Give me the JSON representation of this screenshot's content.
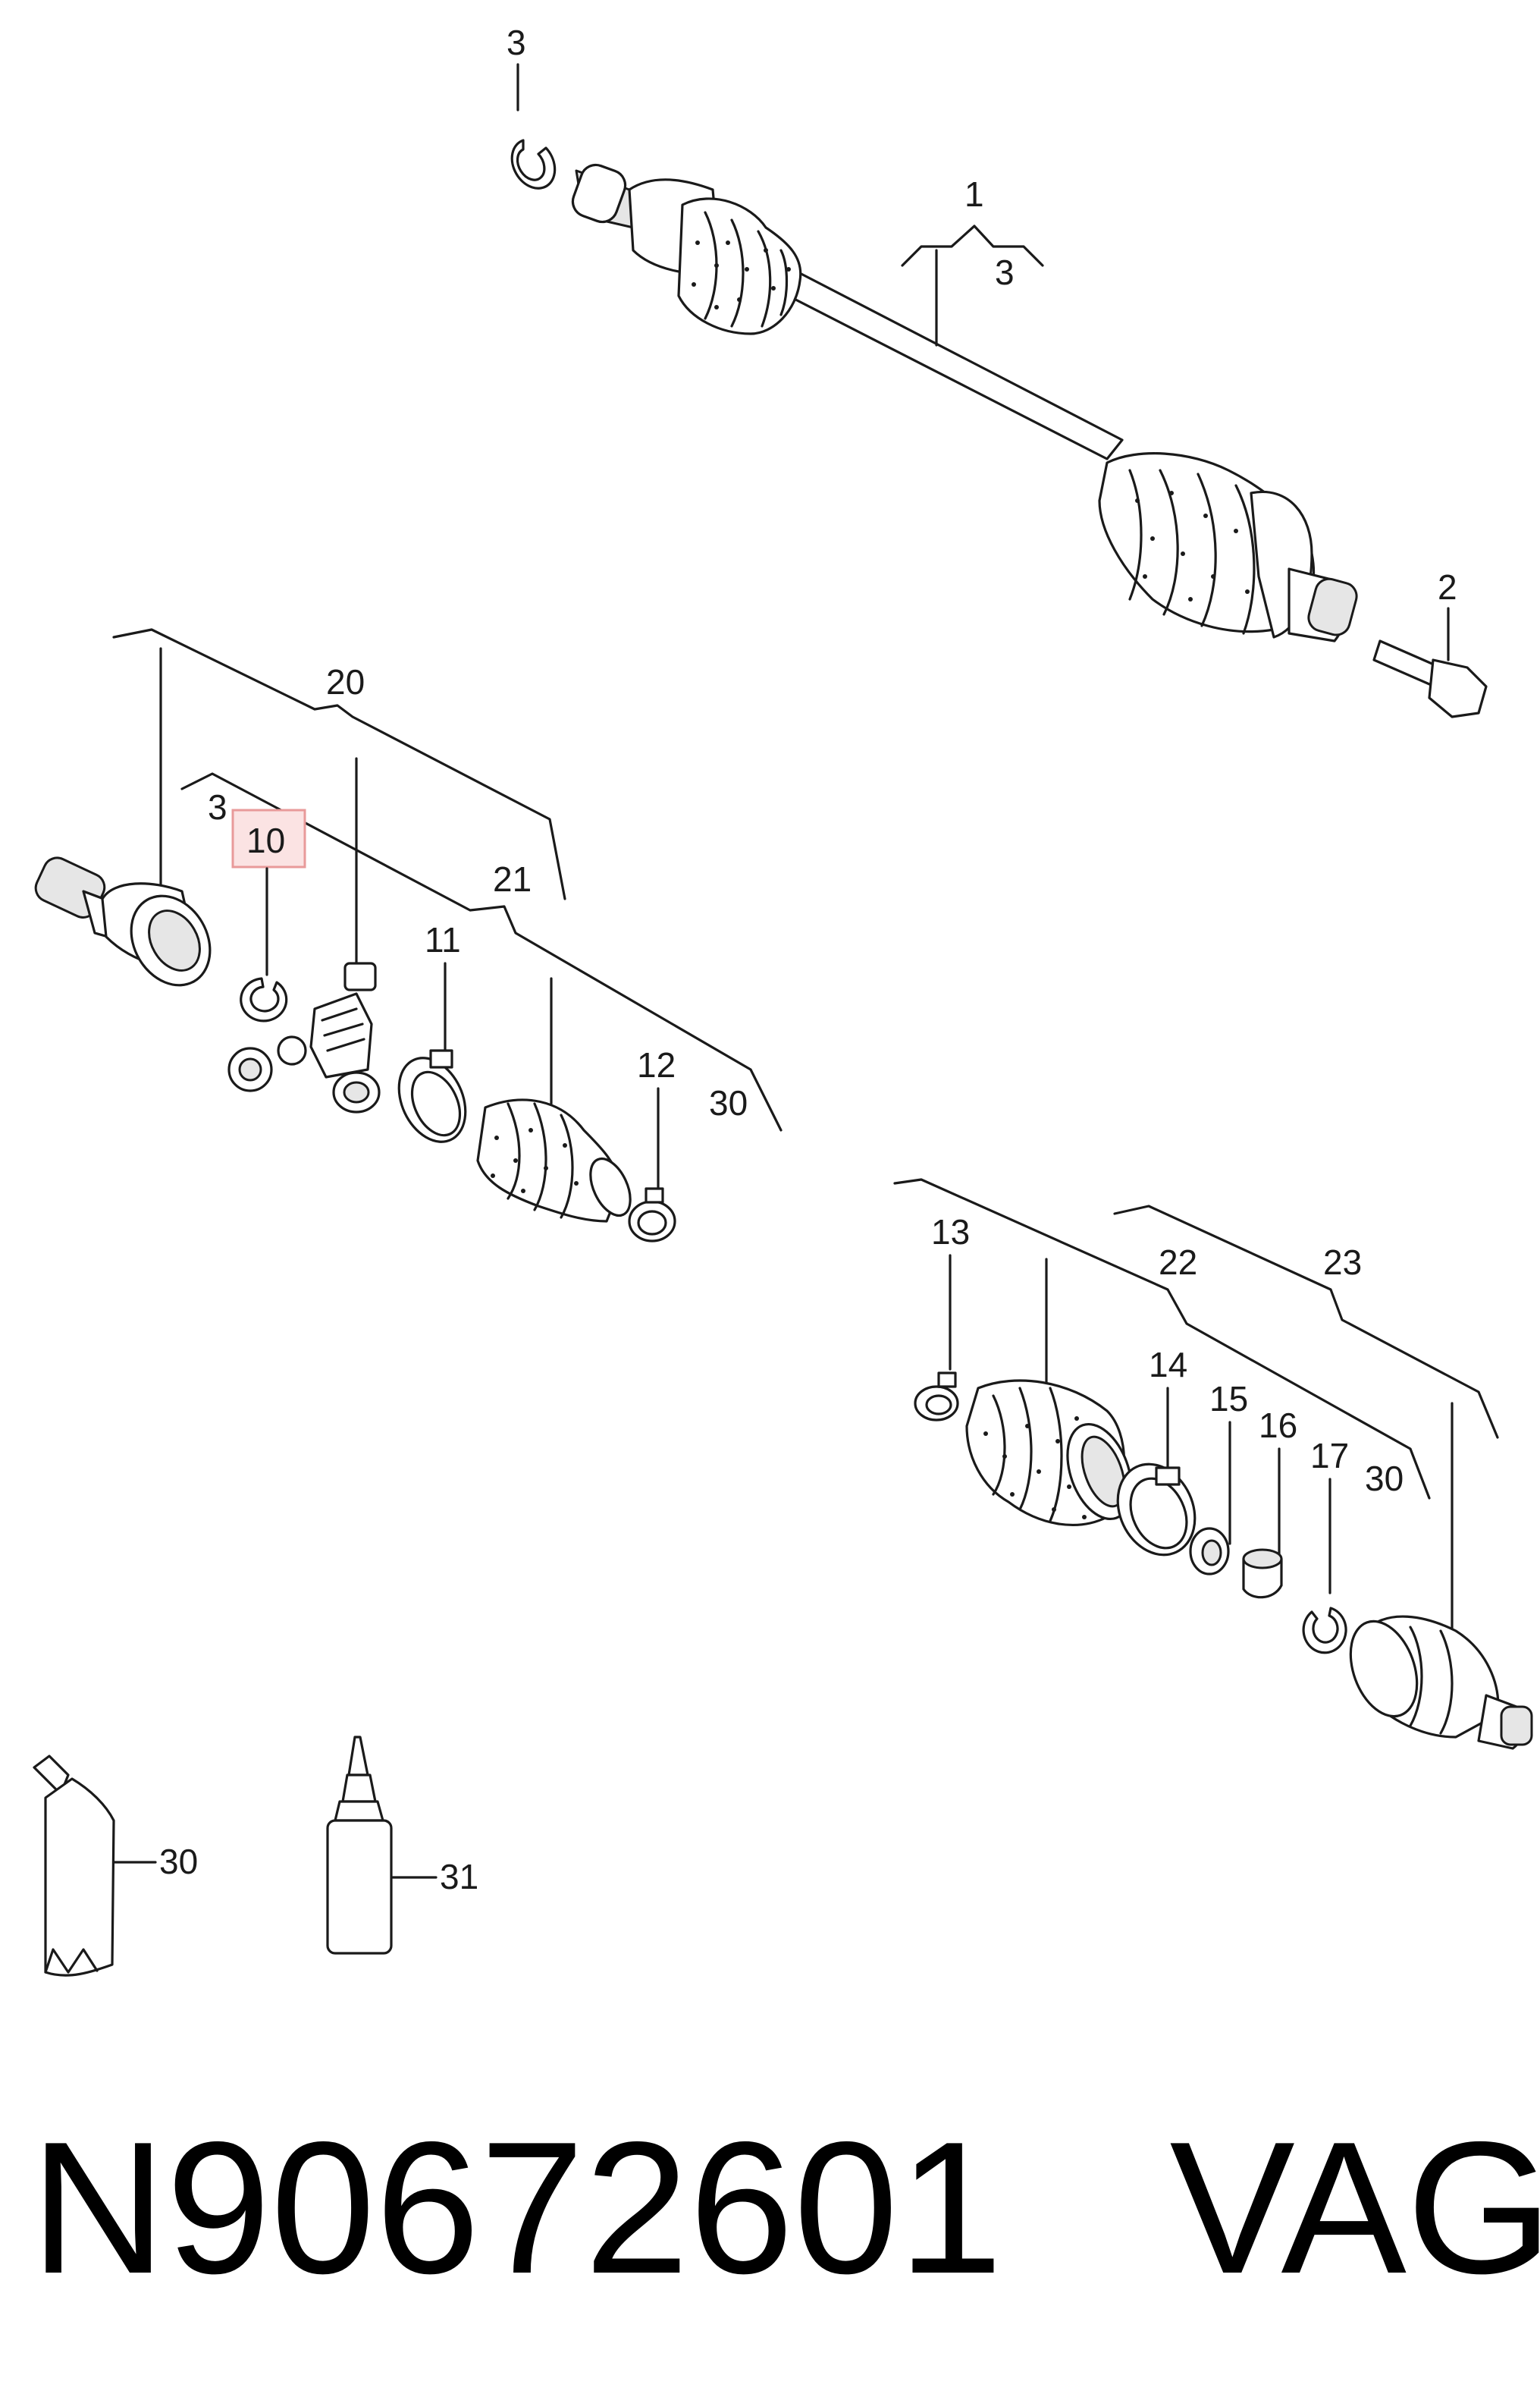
{
  "highlight_color": "#e89a9a",
  "callouts": {
    "c1": "1",
    "c2": "2",
    "c3_top": "3",
    "c3_brace": "3",
    "c3_left": "3",
    "c10": "10",
    "c11": "11",
    "c12": "12",
    "c13": "13",
    "c14": "14",
    "c15": "15",
    "c16": "16",
    "c17": "17",
    "c20": "20",
    "c21": "21",
    "c22": "22",
    "c23": "23",
    "c30_left": "30",
    "c30_right": "30",
    "c30_grease": "30",
    "c31": "31"
  },
  "footer": {
    "part_number": "N90672601",
    "brand": "VAG"
  }
}
